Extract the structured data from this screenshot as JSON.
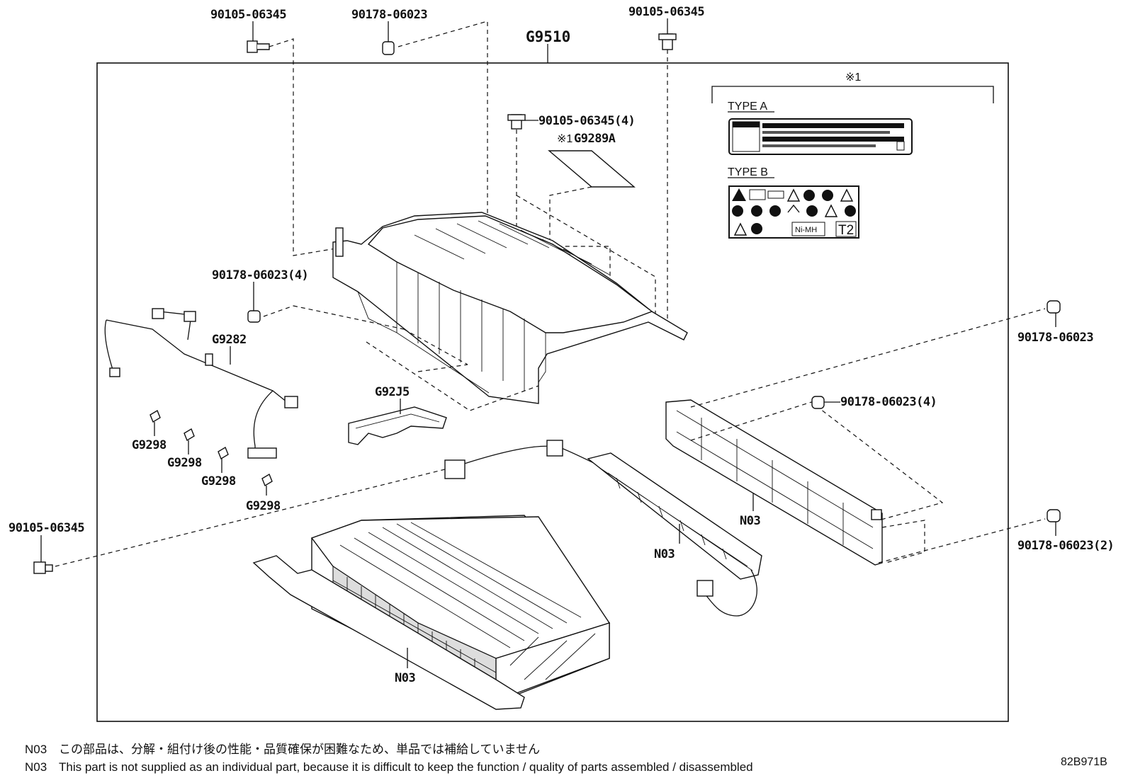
{
  "assembly": {
    "main_label": "G9510",
    "box_note_marker": "※1"
  },
  "callouts": {
    "bolt_top_left": "90105-06345",
    "nut_top_center": "90178-06023",
    "bolt_top_right": "90105-06345",
    "bolt_cover": "90105-06345(4)",
    "label_plate": "G9289A",
    "label_plate_marker": "※1",
    "nut_left_4": "90178-06023(4)",
    "harness": "G9282",
    "bracket": "G92J5",
    "clip_1": "G9298",
    "clip_2": "G9298",
    "clip_3": "G9298",
    "clip_4": "G9298",
    "bolt_bottom_left": "90105-06345",
    "nut_right_top": "90178-06023",
    "nut_right_mid_4": "90178-06023(4)",
    "nut_right_bottom_2": "90178-06023(2)",
    "n03_frame": "N03",
    "n03_board": "N03",
    "n03_battery": "N03"
  },
  "label_types": {
    "type_a": "TYPE A",
    "type_b": "TYPE B",
    "type_b_nimh": "Ni-MH",
    "type_b_code": "T2"
  },
  "footer": {
    "note_jp_code": "N03",
    "note_jp": "この部品は、分解・組付け後の性能・品質確保が困難なため、単品では補給していません",
    "note_en_code": "N03",
    "note_en": "This part is not supplied as an individual part, because it is difficult to keep the function / quality of parts  assembled / disassembled",
    "diagram_ref": "82B971B"
  }
}
